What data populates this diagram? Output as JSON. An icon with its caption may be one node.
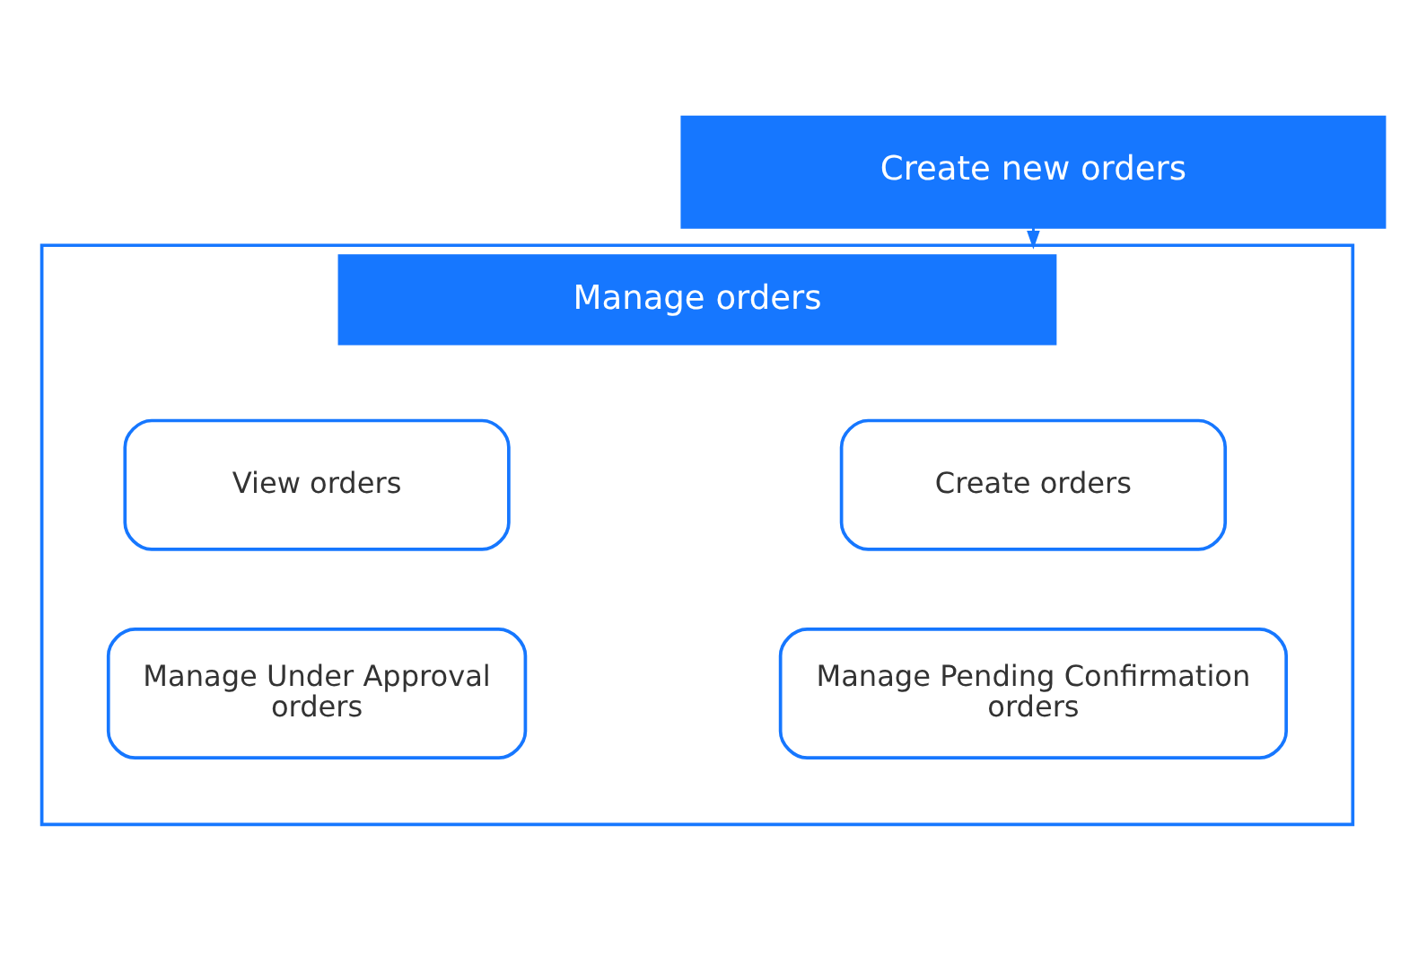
{
  "diagram": {
    "nodes": [
      {
        "text": [
          "Create new orders"
        ]
      },
      {
        "text": [
          "Manage orders"
        ]
      },
      {
        "text": [
          "Create orders"
        ],
        "in": 1
      },
      {
        "text": [
          "View orders"
        ],
        "in": 1
      },
      {
        "text": [
          "Manage Pending Confirmation orders"
        ],
        "in": 1
      },
      {
        "text": [
          "Manage Under Approval orders"
        ],
        "in": 1
      }
    ],
    "edges": [
      {
        "from": 0,
        "to": 1,
        "arrow": "to"
      }
    ]
  }
}
